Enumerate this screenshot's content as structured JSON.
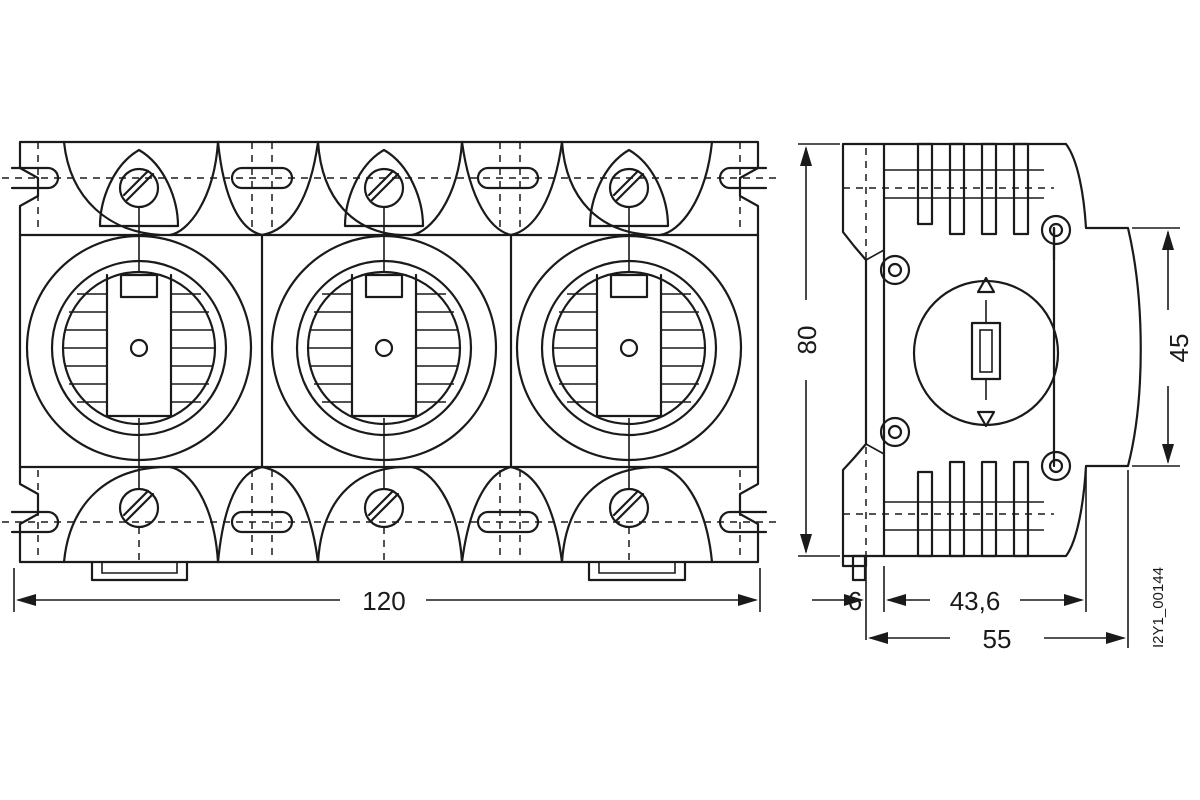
{
  "dimensions": {
    "width_label": "120",
    "height_label": "80",
    "inner_height_label": "45",
    "offset_label": "6",
    "depth_inner_label": "43,6",
    "depth_label": "55"
  },
  "drawing_id": "I2Y1_00144"
}
